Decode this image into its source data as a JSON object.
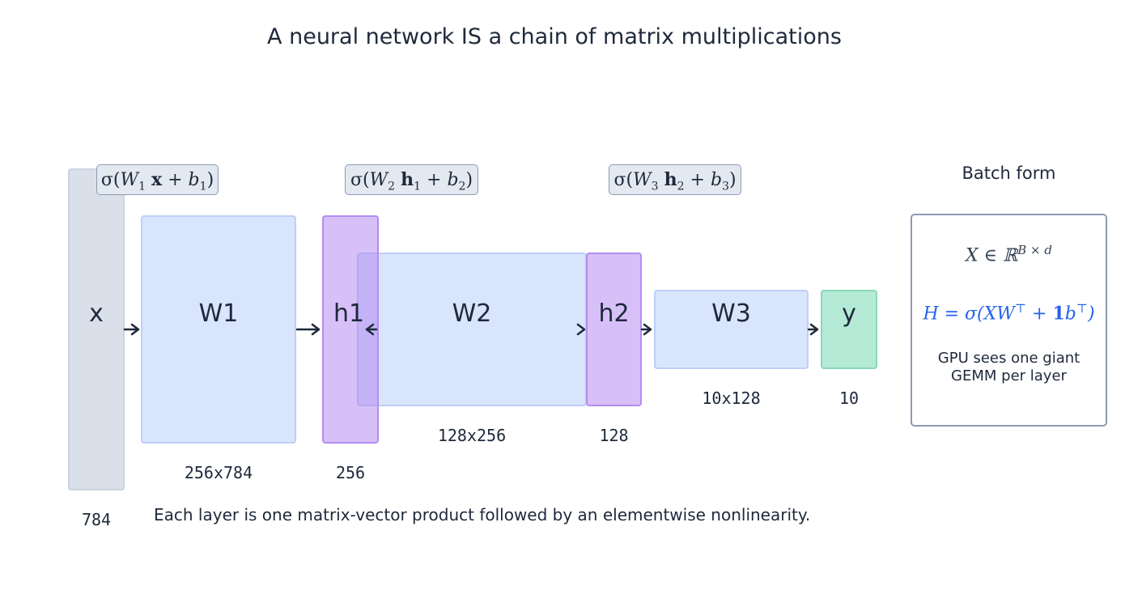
{
  "title": "A neural network IS a chain of matrix multiplications",
  "blocks": {
    "x": {
      "label": "x",
      "dim": "784"
    },
    "w1": {
      "label": "W1",
      "dim": "256x784"
    },
    "h1": {
      "label": "h1",
      "dim": "256"
    },
    "w2": {
      "label": "W2",
      "dim": "128x256"
    },
    "h2": {
      "label": "h2",
      "dim": "128"
    },
    "w3": {
      "label": "W3",
      "dim": "10x128"
    },
    "y": {
      "label": "y",
      "dim": "10"
    }
  },
  "formulas": {
    "f1": {
      "weight": "W",
      "idx": "1",
      "input": "x",
      "input_idx": "",
      "bias": "b",
      "bias_idx": "1"
    },
    "f2": {
      "weight": "W",
      "idx": "2",
      "input": "h",
      "input_idx": "1",
      "bias": "b",
      "bias_idx": "2"
    },
    "f3": {
      "weight": "W",
      "idx": "3",
      "input": "h",
      "input_idx": "2",
      "bias": "b",
      "bias_idx": "3"
    }
  },
  "batch": {
    "title": "Batch form",
    "gpu_line1": "GPU sees one giant",
    "gpu_line2": "GEMM per layer"
  },
  "caption": "Each layer is one matrix-vector product followed by an elementwise nonlinearity.",
  "colors": {
    "vector": "#cbd3e0",
    "matrix": "#bfd3fa",
    "hidden": "#b082f0",
    "output": "#8cdec0",
    "formula_bg": "#e3e9f1",
    "batch_accent": "#2563eb",
    "text": "#1e293b"
  }
}
